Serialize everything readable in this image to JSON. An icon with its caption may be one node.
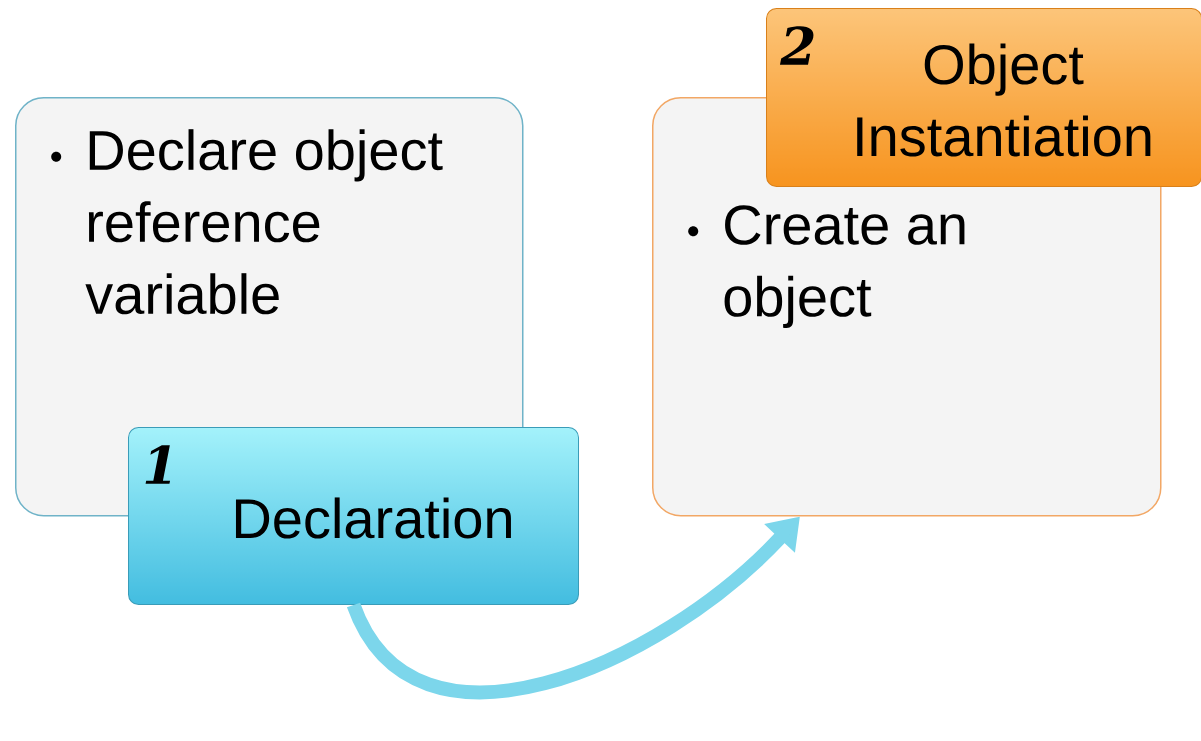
{
  "diagram": {
    "nodes": [
      {
        "text": [
          "Declare object reference variable"
        ]
      },
      {
        "text": [
          "1",
          "Declaration"
        ]
      },
      {
        "text": [
          "Create an object"
        ]
      },
      {
        "text": [
          "2",
          "Object Instantiation"
        ]
      }
    ],
    "edges": [
      {
        "from": 1,
        "to": 2,
        "arrow": "to"
      }
    ]
  }
}
